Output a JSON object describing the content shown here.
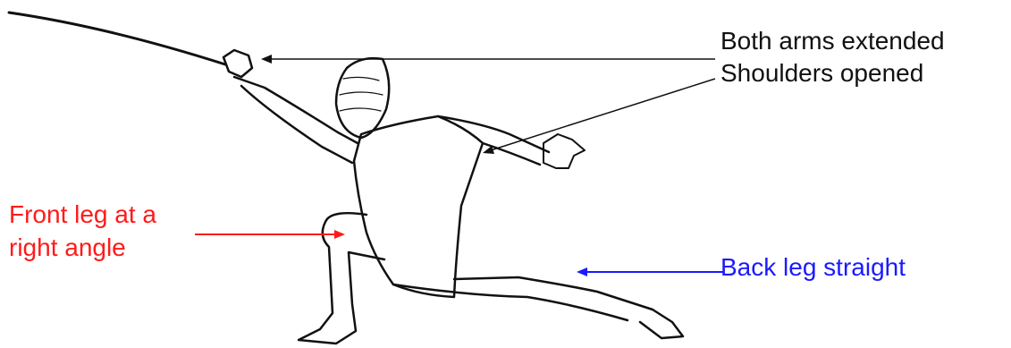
{
  "labels": {
    "arms": "Both arms extended",
    "shoulders": "Shoulders opened",
    "front_leg_line1": "Front leg at a",
    "front_leg_line2": "right angle",
    "back_leg": "Back leg straight"
  },
  "colors": {
    "annotation_black": "#111111",
    "front_leg_red": "#ff1a1a",
    "back_leg_blue": "#1a1aff"
  },
  "illustration": "fencer-lunge"
}
